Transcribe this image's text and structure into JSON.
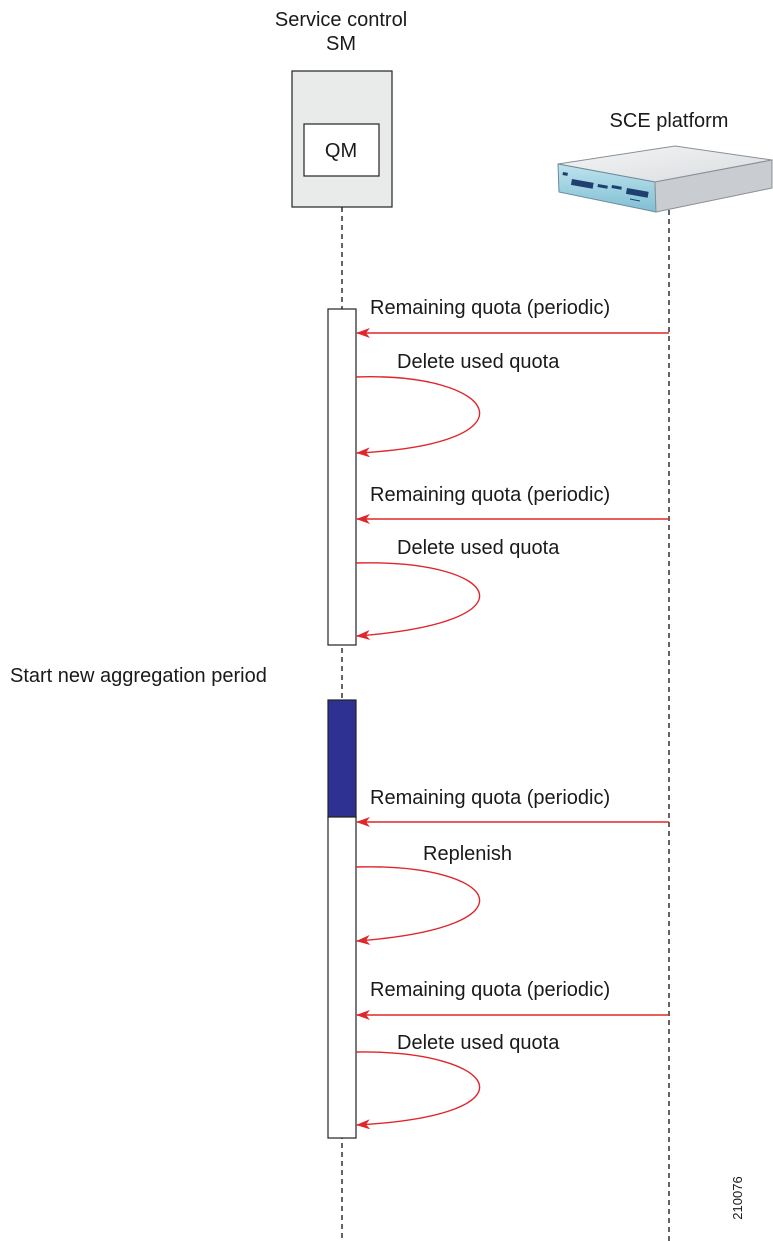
{
  "participants": {
    "sm": {
      "title_line1": "Service control",
      "title_line2": "SM",
      "inner_box": "QM"
    },
    "sce": {
      "title": "SCE platform"
    }
  },
  "messages": [
    {
      "label": "Remaining quota (periodic)",
      "type": "arrow"
    },
    {
      "label": "Delete used quota",
      "type": "self"
    },
    {
      "label": "Remaining quota (periodic)",
      "type": "arrow"
    },
    {
      "label": "Delete used quota",
      "type": "self"
    },
    {
      "label": "Remaining quota (periodic)",
      "type": "arrow"
    },
    {
      "label": "Replenish",
      "type": "self"
    },
    {
      "label": "Remaining quota (periodic)",
      "type": "arrow"
    },
    {
      "label": "Delete used quota",
      "type": "self"
    }
  ],
  "event": {
    "label": "Start new aggregation period",
    "color": "#2e3192"
  },
  "colors": {
    "message_arrow": "#e0262b",
    "sm_box_fill": "#e9eaea",
    "event_block": "#2e3192"
  },
  "figure_id": "210076"
}
